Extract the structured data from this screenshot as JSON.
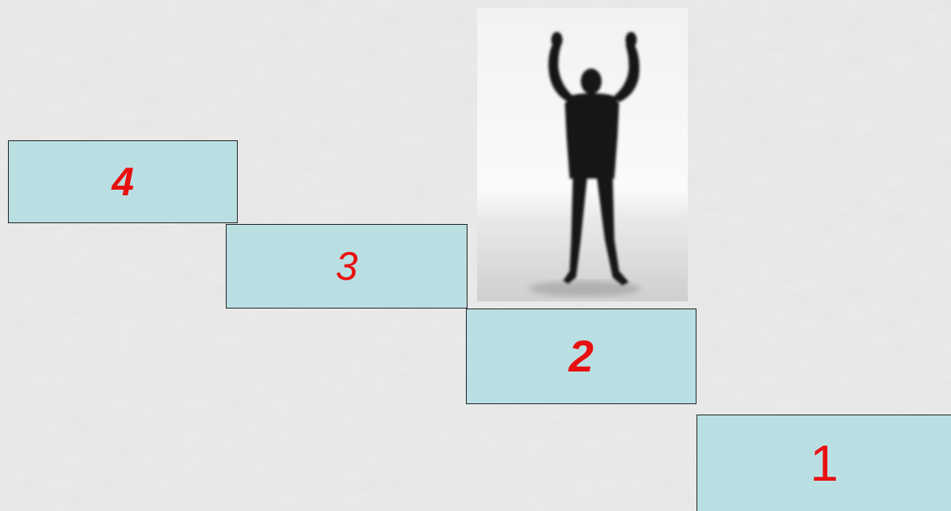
{
  "steps": [
    {
      "label": "4",
      "color": "#e81010"
    },
    {
      "label": "3",
      "color": "#e81010"
    },
    {
      "label": "2",
      "color": "#e81010"
    },
    {
      "label": "1",
      "color": "#e81010"
    }
  ],
  "colors": {
    "step_fill": "#b9dfe3",
    "step_border": "#222222",
    "number": "#e81010",
    "background": "#dcdcdc"
  },
  "photo": {
    "icon": "person-arms-raised-silhouette-icon"
  }
}
